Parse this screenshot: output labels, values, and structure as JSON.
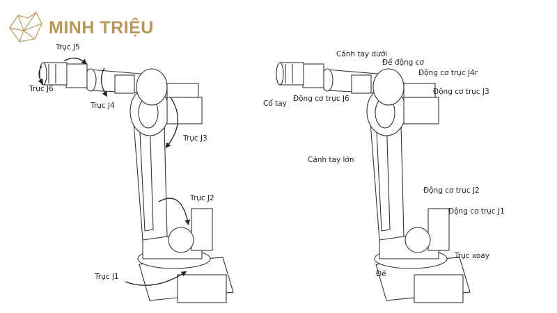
{
  "brand": {
    "name": "MINH TRIỆU",
    "color": "#b8975a"
  },
  "left_diagram": {
    "labels": [
      "Trục J5",
      "Trục J6",
      "Trục J4",
      "Trục J3",
      "Trục J2",
      "Trục J1"
    ]
  },
  "right_diagram": {
    "labels": [
      "Cánh tay dưới",
      "Đế động cơ",
      "Động cơ trục J4r",
      "Cổ tay",
      "Động cơ trục J6",
      "Động cơ trục J3",
      "Cánh tay lớn",
      "Động cơ trục J2",
      "Động cơ trục J1",
      "Trục xoay",
      "Đế"
    ]
  }
}
